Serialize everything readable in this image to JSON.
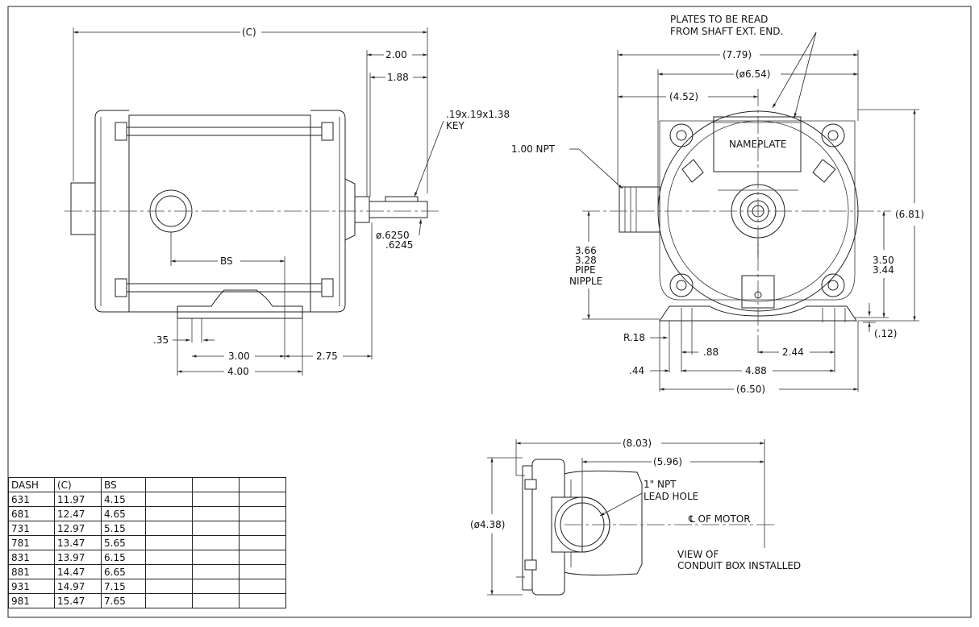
{
  "drawing": {
    "side_view": {
      "dim_c": "(C)",
      "dim_shaft_200": "2.00",
      "dim_shaft_188": "1.88",
      "key_size": ".19x.19x1.38",
      "key_label": "KEY",
      "shaft_dia_1": "ø.6250",
      "shaft_dia_2": ".6245",
      "dim_bs": "BS",
      "dim_035": ".35",
      "dim_300": "3.00",
      "dim_275": "2.75",
      "dim_400": "4.00"
    },
    "end_view": {
      "note_line1": "PLATES TO BE READ",
      "note_line2": "FROM SHAFT EXT. END.",
      "dim_779": "(7.79)",
      "dim_654": "(ø6.54)",
      "dim_452": "(4.52)",
      "npt_label": "1.00 NPT",
      "nameplate": "NAMEPLATE",
      "dim_681": "(6.81)",
      "nipple_366": "3.66",
      "nipple_328": "3.28",
      "nipple_pipe": "PIPE",
      "nipple_label": "NIPPLE",
      "dim_350": "3.50",
      "dim_344": "3.44",
      "dim_012": "(.12)",
      "dim_r18": "R.18",
      "dim_088": ".88",
      "dim_244": "2.44",
      "dim_044": ".44",
      "dim_488": "4.88",
      "dim_650": "(6.50)"
    },
    "conduit_view": {
      "dim_803": "(8.03)",
      "dim_596": "(5.96)",
      "dim_438": "(ø4.38)",
      "npt_line1": "1\" NPT",
      "npt_line2": "LEAD HOLE",
      "motor_cl": "℄ OF MOTOR",
      "view_line1": "VIEW OF",
      "view_line2": "CONDUIT BOX INSTALLED"
    }
  },
  "dash_table": {
    "headers": [
      "DASH",
      "(C)",
      "BS"
    ],
    "rows": [
      [
        "631",
        "11.97",
        "4.15"
      ],
      [
        "681",
        "12.47",
        "4.65"
      ],
      [
        "731",
        "12.97",
        "5.15"
      ],
      [
        "781",
        "13.47",
        "5.65"
      ],
      [
        "831",
        "13.97",
        "6.15"
      ],
      [
        "881",
        "14.47",
        "6.65"
      ],
      [
        "931",
        "14.97",
        "7.15"
      ],
      [
        "981",
        "15.47",
        "7.65"
      ]
    ]
  }
}
